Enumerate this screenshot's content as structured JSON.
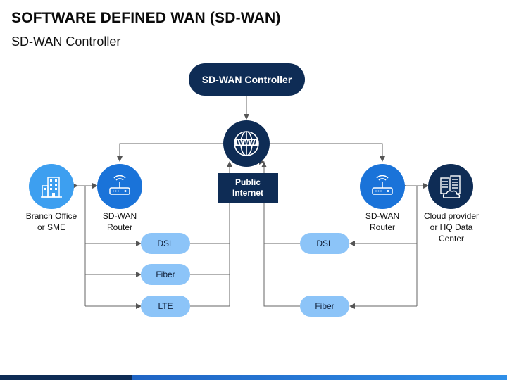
{
  "title": "SOFTWARE DEFINED WAN (SD-WAN)",
  "subtitle": "SD-WAN Controller",
  "controller": {
    "label": "SD-WAN Controller"
  },
  "internet": {
    "line1": "Public",
    "line2": "Internet",
    "icon": "www-globe-icon"
  },
  "left": {
    "branch": {
      "line1": "Branch Office",
      "line2": "or SME",
      "icon": "building-icon"
    },
    "router": {
      "line1": "SD-WAN",
      "line2": "Router",
      "icon": "router-icon"
    },
    "links": [
      "DSL",
      "Fiber",
      "LTE"
    ]
  },
  "right": {
    "router": {
      "line1": "SD-WAN",
      "line2": "Router",
      "icon": "router-icon"
    },
    "cloud": {
      "line1": "Cloud provider",
      "line2": "or HQ Data",
      "line3": "Center",
      "icon": "data-center-icon"
    },
    "links": [
      "DSL",
      "Fiber"
    ]
  },
  "colors": {
    "navy": "#0e2c55",
    "blue_circle": "#1a73d9",
    "light_blue_circle": "#3d9ff0",
    "pill": "#8cc4f8",
    "line": "#555555"
  }
}
